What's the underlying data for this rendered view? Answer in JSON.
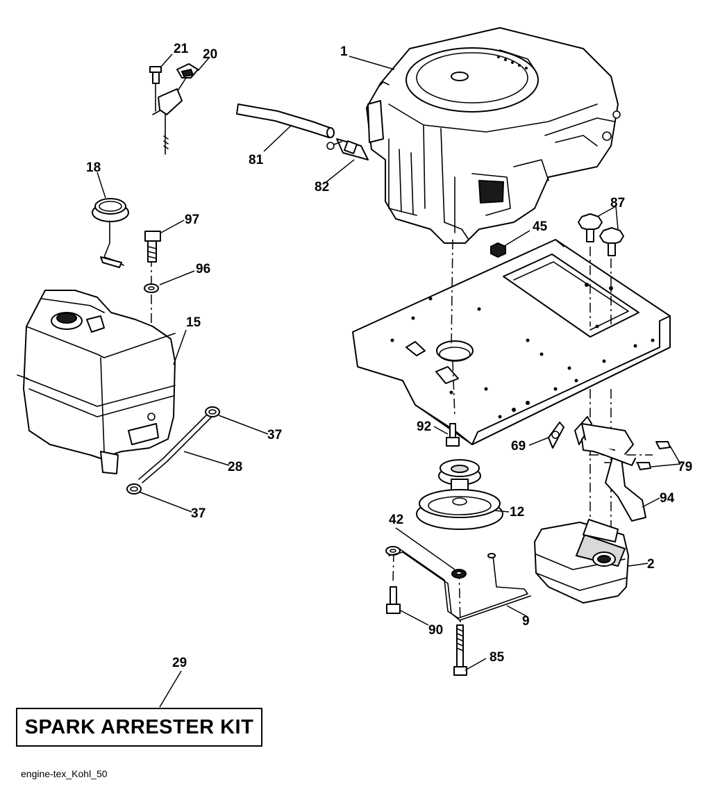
{
  "diagram": {
    "file_reference": "engine-tex_Kohl_50",
    "kit_label": "SPARK ARRESTER KIT",
    "callouts": {
      "c1": "1",
      "c2": "2",
      "c9": "9",
      "c12": "12",
      "c15": "15",
      "c18": "18",
      "c20": "20",
      "c21": "21",
      "c28": "28",
      "c29": "29",
      "c37a": "37",
      "c37b": "37",
      "c42": "42",
      "c45": "45",
      "c69": "69",
      "c79": "79",
      "c81": "81",
      "c82": "82",
      "c85": "85",
      "c87": "87",
      "c90": "90",
      "c92": "92",
      "c94": "94",
      "c96": "96",
      "c97": "97"
    }
  }
}
